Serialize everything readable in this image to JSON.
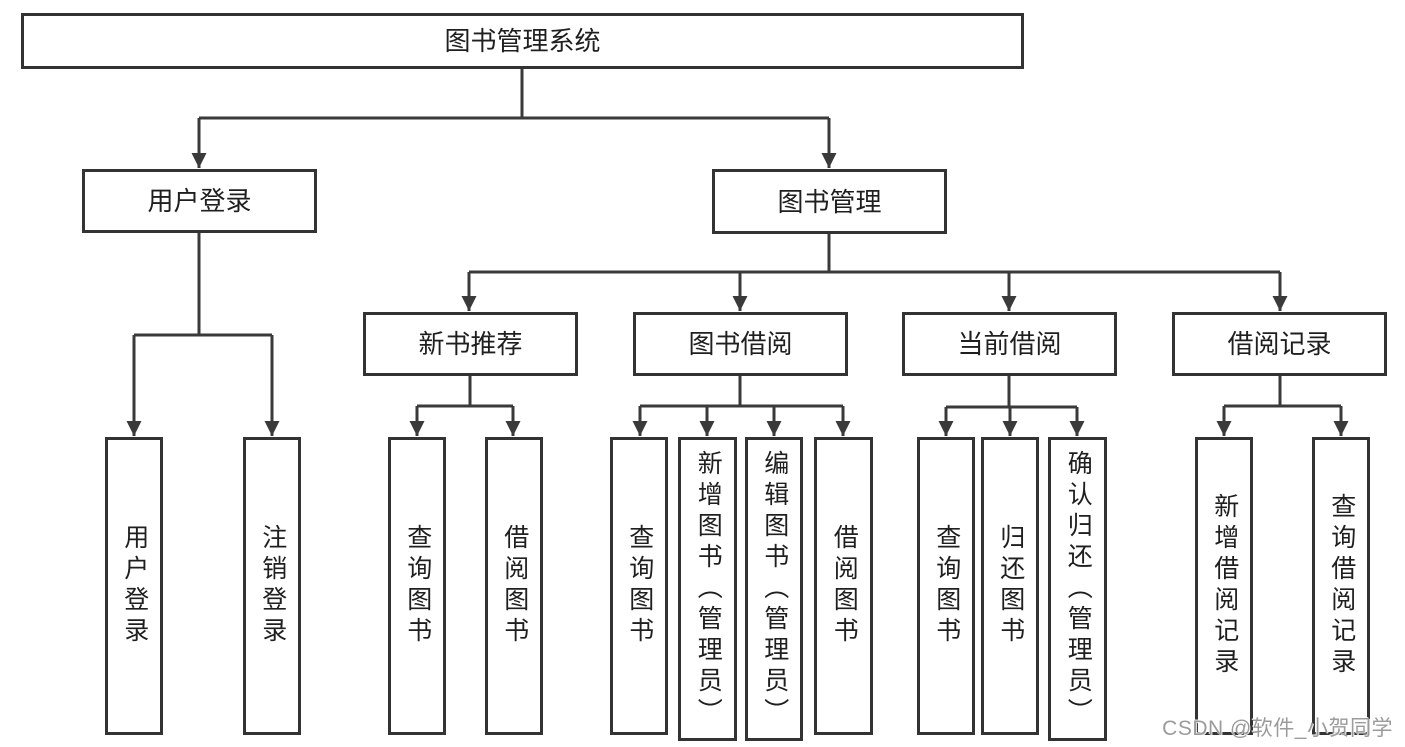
{
  "root": {
    "label": "图书管理系统"
  },
  "branches": [
    {
      "label": "用户登录"
    },
    {
      "label": "图书管理"
    }
  ],
  "modules": [
    {
      "label": "新书推荐"
    },
    {
      "label": "图书借阅"
    },
    {
      "label": "当前借阅"
    },
    {
      "label": "借阅记录"
    }
  ],
  "leaves": [
    {
      "label": "用户登录"
    },
    {
      "label": "注销登录"
    },
    {
      "label": "查询图书"
    },
    {
      "label": "借阅图书"
    },
    {
      "label": "查询图书"
    },
    {
      "label": "新增图书（管理员）"
    },
    {
      "label": "编辑图书（管理员）"
    },
    {
      "label": "借阅图书"
    },
    {
      "label": "查询图书"
    },
    {
      "label": "归还图书"
    },
    {
      "label": "确认归还（管理员）"
    },
    {
      "label": "新增借阅记录"
    },
    {
      "label": "查询借阅记录"
    }
  ],
  "watermark": "CSDN @软件_小贺同学",
  "colors": {
    "line": "#3a3a3a",
    "border": "#333333",
    "text": "#1f1f1f",
    "watermark": "#9b9b9b"
  }
}
